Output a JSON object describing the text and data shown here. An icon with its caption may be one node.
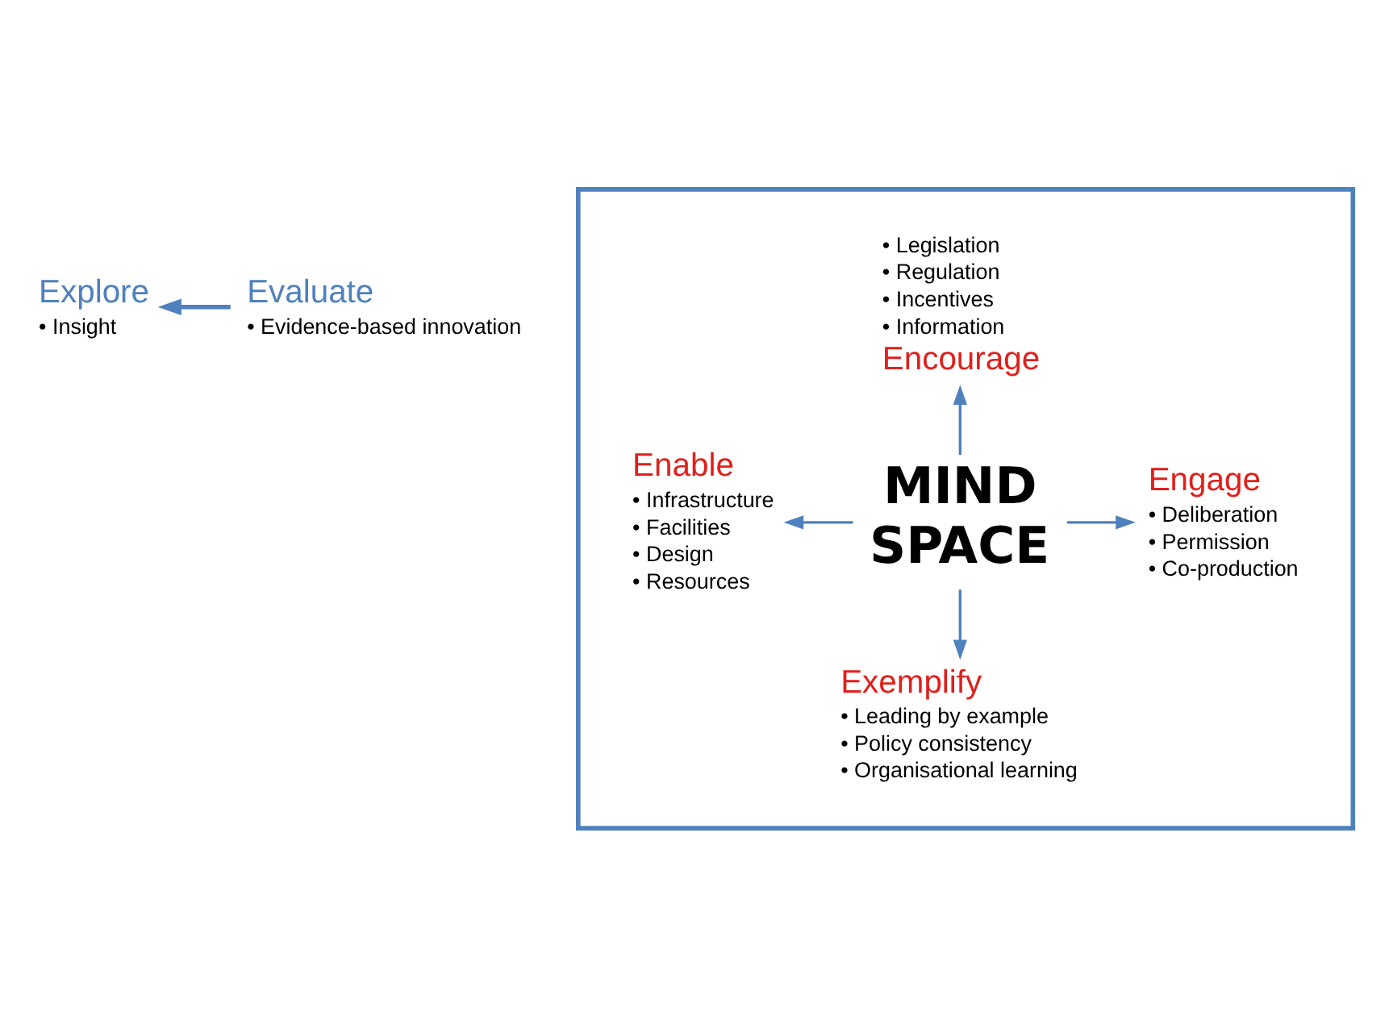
{
  "diagram": {
    "nodes": [
      {
        "text": [
          "Explore",
          "• Insight"
        ]
      },
      {
        "text": [],
        "shape": "box"
      },
      {
        "text": [
          "• Legislation",
          "• Regulation",
          "• Incentives",
          "• Information",
          "Encourage"
        ],
        "in": 1
      },
      {
        "text": [
          "Enable",
          "• Infrastructure",
          "• Facilities",
          "• Design",
          "• Resources"
        ],
        "in": 1
      },
      {
        "text": [
          "MIND",
          "SPACE"
        ],
        "in": 1
      },
      {
        "text": [
          "Engage",
          "• Deliberation",
          "• Permission",
          "• Co-production"
        ],
        "in": 1
      },
      {
        "text": [
          "Exemplify",
          "• Leading by example",
          "• Policy consistency",
          "• Organisational learning"
        ],
        "in": 1
      },
      {
        "text": [
          "Evaluate",
          "• Evidence-based innovation"
        ]
      }
    ],
    "edges": [
      {
        "from": 4,
        "to": 2,
        "arrow": "to"
      },
      {
        "from": 4,
        "to": 3,
        "arrow": "to"
      },
      {
        "from": 4,
        "to": 5,
        "arrow": "to"
      },
      {
        "from": 4,
        "to": 6,
        "arrow": "to"
      },
      {
        "from": 7,
        "to": 0,
        "arrow": "to"
      }
    ]
  }
}
